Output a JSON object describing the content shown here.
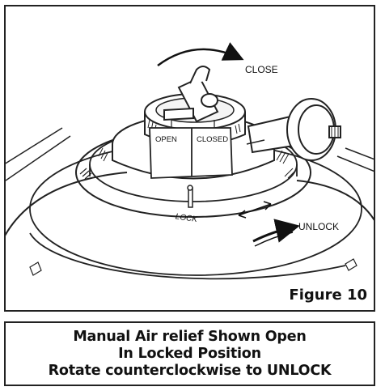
{
  "figure": {
    "label": "Figure 10",
    "annotations": {
      "close": "CLOSE",
      "unlock": "UNLOCK",
      "open": "OPEN",
      "closed": "CLOSED",
      "lock": "LOCK"
    }
  },
  "caption": {
    "lines": [
      "Manual Air relief Shown Open",
      "In Locked Position",
      "Rotate counterclockwise to UNLOCK"
    ]
  }
}
